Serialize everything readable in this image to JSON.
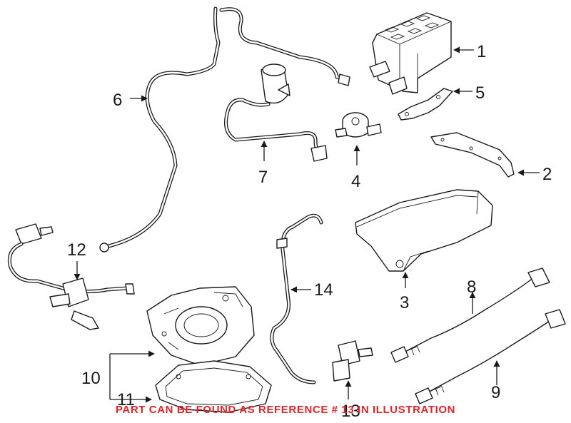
{
  "callouts": {
    "c1": "1",
    "c2": "2",
    "c3": "3",
    "c4": "4",
    "c5": "5",
    "c6": "6",
    "c7": "7",
    "c8": "8",
    "c9": "9",
    "c10": "10",
    "c11": "11",
    "c12": "12",
    "c13": "13",
    "c14": "14"
  },
  "footer_note": "PART CAN BE FOUND AS REFERENCE # 13 IN ILLUSTRATION",
  "colors": {
    "line": "#1a1a1a",
    "note": "#e0242b",
    "background": "#ffffff"
  }
}
